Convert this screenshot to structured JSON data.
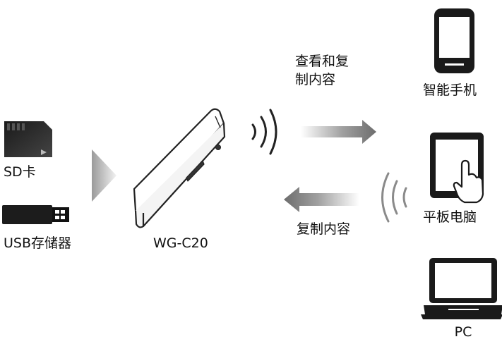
{
  "sources": {
    "sd_card": {
      "label": "SD卡",
      "icon": "sd-card-icon"
    },
    "usb_storage": {
      "label": "USB存储器",
      "icon": "usb-drive-icon"
    }
  },
  "device": {
    "label": "WG-C20",
    "icon": "wireless-card-reader-icon"
  },
  "flows": {
    "outgoing": {
      "label_line1": "查看和复",
      "label_line2": "制内容"
    },
    "incoming": {
      "label": "复制内容"
    }
  },
  "targets": {
    "smartphone": {
      "label": "智能手机",
      "icon": "smartphone-icon"
    },
    "tablet": {
      "label": "平板电脑",
      "icon": "tablet-icon"
    },
    "pc": {
      "label": "PC",
      "icon": "laptop-icon"
    }
  },
  "colors": {
    "ink": "#111111",
    "arrow_gray": "#777777",
    "wave_gray": "#8a8a8a"
  }
}
